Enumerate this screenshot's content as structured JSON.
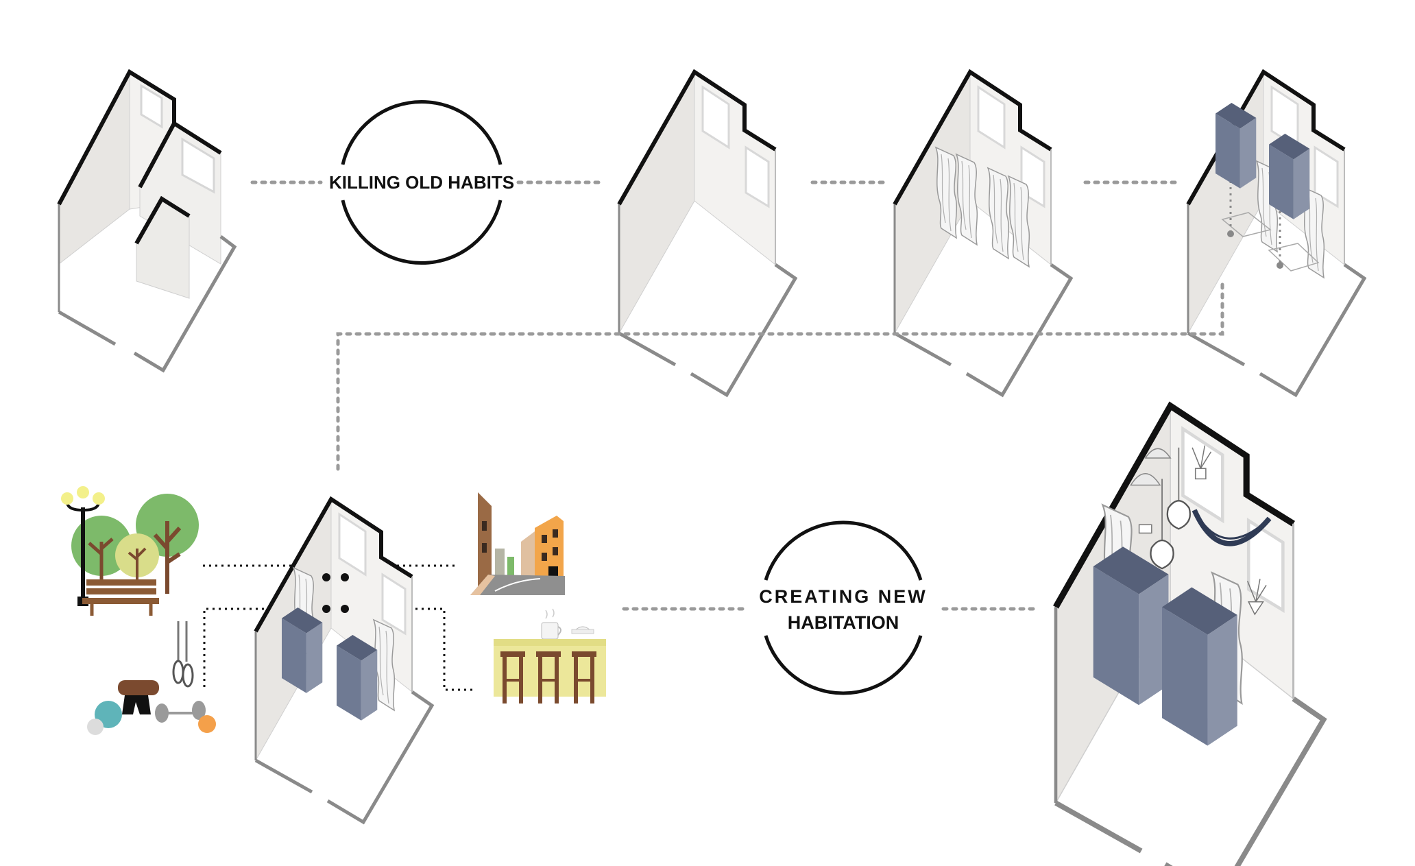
{
  "labels": {
    "killing": "KILLING OLD HABITS",
    "creating_line1": "CREATING NEW",
    "creating_line2": "HABITATION"
  },
  "colors": {
    "wall_edge": "#111111",
    "wall_fill": "#e8e6e3",
    "floor_edge": "#8a8a8a",
    "connector": "#9a9a9a",
    "module_front": "#6f7a93",
    "module_side": "#8a93a8",
    "module_top": "#566079",
    "tree_green": "#7dba6a",
    "tree_yellow": "#d9dd8a",
    "trunk": "#7b4a2f",
    "bench": "#8b5a34",
    "counter": "#ece79a",
    "stool": "#7a4a2e",
    "building_orange": "#f2a54a",
    "road": "#8f8f8f",
    "gym_teal": "#5fb4b9",
    "gym_orange": "#f4a04a",
    "gym_grey": "#9a9a9a"
  },
  "icons": {
    "park": "park-trees-bench-lamp-icon",
    "street": "street-buildings-icon",
    "cafe": "cafe-counter-stools-icon",
    "gym": "gym-rings-weights-icon"
  }
}
